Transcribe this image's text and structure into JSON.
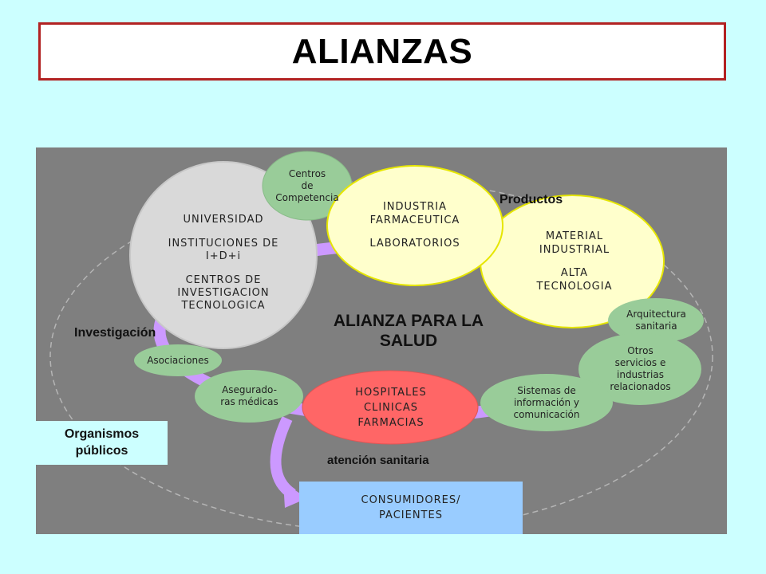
{
  "title": "ALIANZAS",
  "colors": {
    "page_bg": "#CCFFFF",
    "title_border": "#B22222",
    "diagram_bg": "#7F7F7F",
    "yellow_node": "#FFFFCC",
    "grey_node": "#D9D9D9",
    "green_node": "#99CC99",
    "red_node": "#FF6666",
    "blue_box": "#99CCFF",
    "light_blue_box": "#CCFFFF",
    "arrow": "#CC99FF"
  },
  "center": {
    "line1": "ALIANZA PARA LA",
    "line2": "SALUD"
  },
  "nodes": {
    "universidad": {
      "universidad": "UNIVERSIDAD",
      "instituciones_1": "INSTITUCIONES DE",
      "instituciones_2": "I+D+i",
      "centros_1": "CENTROS DE",
      "centros_2": "INVESTIGACION",
      "centros_3": "TECNOLOGICA"
    },
    "centros_competencia": {
      "l1": "Centros",
      "l2": "de",
      "l3": "Competencia"
    },
    "industria": {
      "l1": "INDUSTRIA",
      "l2": "FARMACEUTICA",
      "l3": "LABORATORIOS"
    },
    "material": {
      "l1": "MATERIAL",
      "l2": "INDUSTRIAL",
      "l3": "ALTA",
      "l4": "TECNOLOGIA"
    },
    "arquitectura": {
      "l1": "Arquitectura",
      "l2": "sanitaria"
    },
    "otros": {
      "l1": "Otros",
      "l2": "servicios e",
      "l3": "industrias",
      "l4": "relacionados"
    },
    "sistemas": {
      "l1": "Sistemas de",
      "l2": "información y",
      "l3": "comunicación"
    },
    "hospitales": {
      "l1": "HOSPITALES",
      "l2": "CLINICAS",
      "l3": "FARMACIAS"
    },
    "asegurado": {
      "l1": "Asegurado-",
      "l2": "ras médicas"
    },
    "asociaciones": {
      "l1": "Asociaciones"
    }
  },
  "labels": {
    "productos": "Productos",
    "investigacion": "Investigación",
    "atencion": "atención sanitaria"
  },
  "boxes": {
    "organismos": {
      "l1": "Organismos",
      "l2": "públicos"
    },
    "consumidores": {
      "l1": "CONSUMIDORES/",
      "l2": "PACIENTES"
    }
  }
}
